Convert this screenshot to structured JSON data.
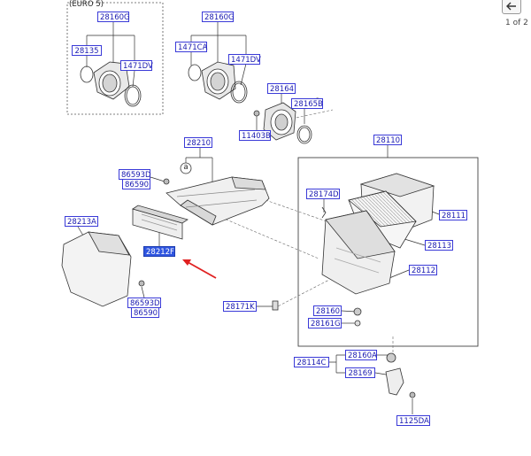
{
  "variant_note": "(EURO 5)",
  "pager": {
    "text": "1 of 2"
  },
  "icons": {
    "back": "arrow-left-icon"
  },
  "colors": {
    "label_text": "#1a1ab0",
    "label_border": "#3a3ad8",
    "highlight_fill": "#2f55e0",
    "arrow": "#e02020"
  },
  "callouts": {
    "a_circle": "a",
    "labels": [
      "28160G",
      "28135",
      "1471DV",
      "28160G",
      "1471CA",
      "1471DV",
      "28164",
      "28165B",
      "11403B",
      "28210",
      "86593D",
      "86590",
      "28213A",
      "28212F",
      "86593D",
      "86590",
      "28110",
      "28174D",
      "28111",
      "28113",
      "28112",
      "28171K",
      "28160",
      "28161G",
      "28114C",
      "28160A",
      "28169",
      "1125DA"
    ]
  }
}
